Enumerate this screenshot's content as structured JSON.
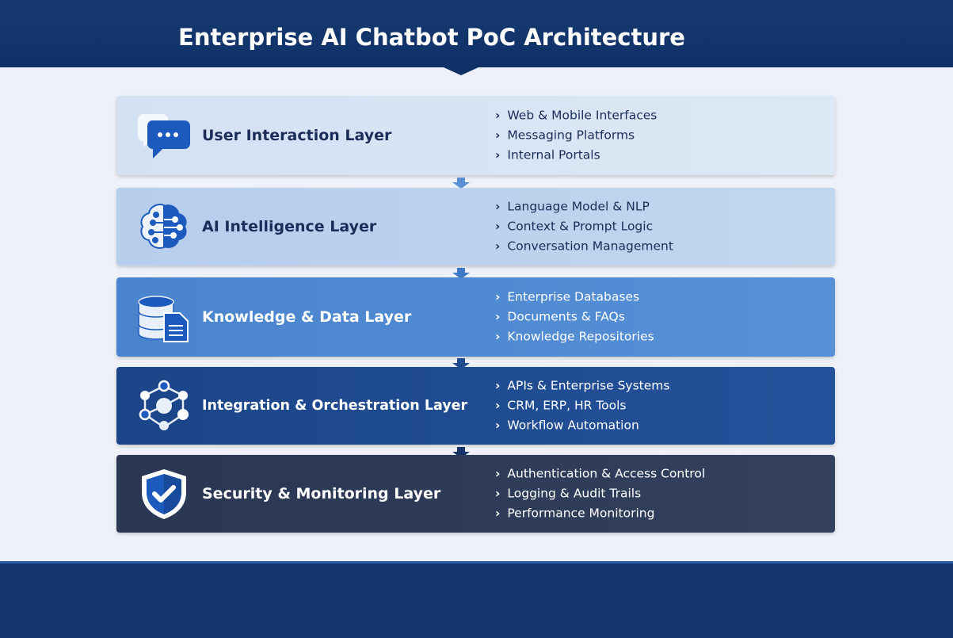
{
  "title": "Enterprise AI Chatbot PoC Architecture",
  "colors": {
    "header": "#0f3168",
    "layer1": "#d5e2f3",
    "layer2": "#b8cfed",
    "layer3": "#4e87cf",
    "layer4": "#1e4a8e",
    "layer5": "#2d3a56"
  },
  "layers": [
    {
      "name": "User Interaction Layer",
      "icon": "chat-bubble-icon",
      "items": [
        "Web & Mobile Interfaces",
        "Messaging Platforms",
        "Internal Portals"
      ]
    },
    {
      "name": "AI Intelligence Layer",
      "icon": "brain-circuit-icon",
      "items": [
        "Language Model & NLP",
        "Context & Prompt Logic",
        "Conversation Management"
      ]
    },
    {
      "name": "Knowledge & Data Layer",
      "icon": "database-document-icon",
      "items": [
        "Enterprise Databases",
        "Documents & FAQs",
        "Knowledge Repositories"
      ]
    },
    {
      "name": "Integration & Orchestration Layer",
      "icon": "network-nodes-icon",
      "items": [
        "APIs & Enterprise Systems",
        "CRM, ERP, HR Tools",
        "Workflow Automation"
      ]
    },
    {
      "name": "Security & Monitoring Layer",
      "icon": "shield-check-icon",
      "items": [
        "Authentication & Access Control",
        "Logging & Audit Trails",
        "Performance Monitoring"
      ]
    }
  ]
}
